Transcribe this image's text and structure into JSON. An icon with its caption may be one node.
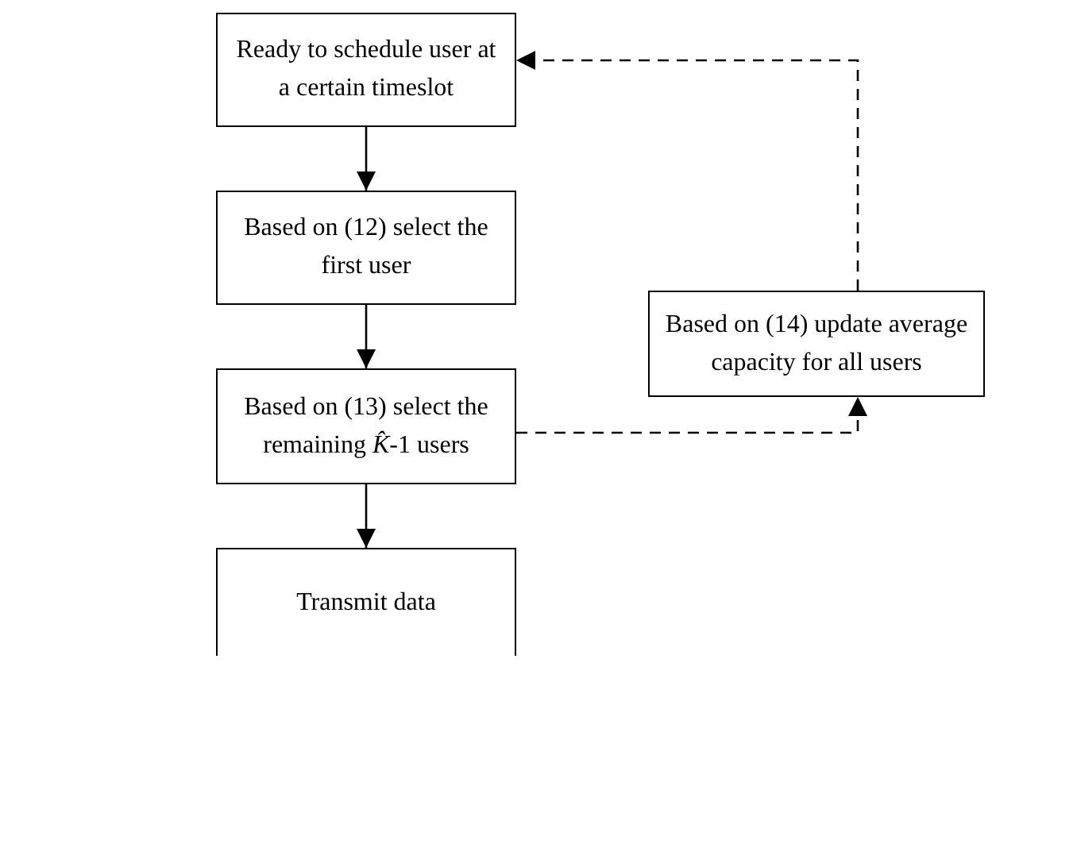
{
  "diagram": {
    "nodes": [
      {
        "text": [
          "Ready to schedule user at a certain timeslot"
        ]
      },
      {
        "text": [
          "Based on (12) select the first user"
        ]
      },
      {
        "text": [
          "Based on (13) select the remaining *K̂*-1 users"
        ]
      },
      {
        "text": [
          "Transmit data"
        ]
      },
      {
        "text": [
          "Based on (14) update average capacity for all users"
        ]
      }
    ],
    "edges": [
      {
        "from": 0,
        "to": 1,
        "arrow": "to"
      },
      {
        "from": 1,
        "to": 2,
        "arrow": "to"
      },
      {
        "from": 2,
        "to": 3,
        "arrow": "to"
      },
      {
        "from": 2,
        "to": 4,
        "arrow": "to",
        "style": "dashed"
      },
      {
        "from": 4,
        "to": 0,
        "arrow": "to",
        "style": "dashed"
      }
    ]
  }
}
